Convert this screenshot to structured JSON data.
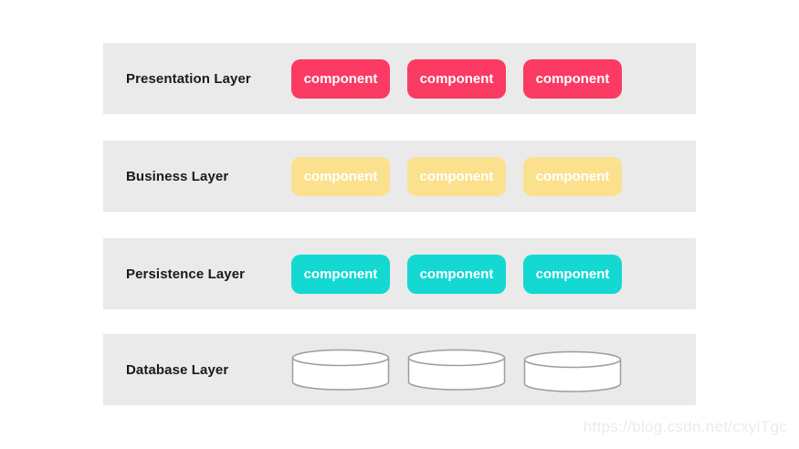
{
  "layers": [
    {
      "label": "Presentation Layer",
      "type": "components",
      "components": [
        "component",
        "component",
        "component"
      ]
    },
    {
      "label": "Business Layer",
      "type": "components",
      "components": [
        "component",
        "component",
        "component"
      ]
    },
    {
      "label": "Persistence Layer",
      "type": "components",
      "components": [
        "component",
        "component",
        "component"
      ]
    },
    {
      "label": "Database Layer",
      "type": "databases",
      "databases": [
        "database-cylinder",
        "database-cylinder",
        "database-cylinder"
      ]
    }
  ],
  "colors": {
    "page_background": "#FFFFFF",
    "band_background": "#EAEAEA",
    "presentation_component": "#FA3A62",
    "business_component": "#FBE18D",
    "persistence_component": "#14D8D2",
    "component_text": "#FFFFFF",
    "label_text": "#1A1A1A",
    "database_outline": "#9B9BA3",
    "database_fill": "#FFFFFF",
    "watermark_text": "#EBEBEE"
  },
  "watermark": "https://blog.csdn.net/cxylTgc"
}
